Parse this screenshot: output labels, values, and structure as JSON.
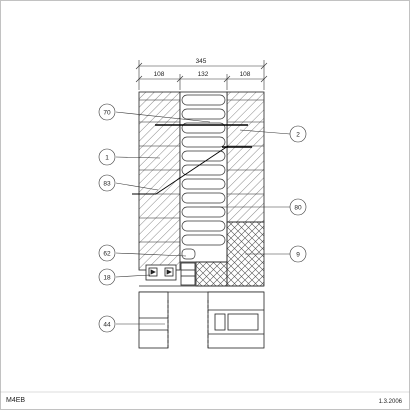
{
  "drawing": {
    "code": "M4EB",
    "date": "1.3.2006"
  },
  "dimensions": {
    "total": "345",
    "left": "108",
    "middle": "132",
    "right": "108"
  },
  "callouts": [
    {
      "id": "70",
      "label": "70"
    },
    {
      "id": "2",
      "label": "2"
    },
    {
      "id": "1",
      "label": "1"
    },
    {
      "id": "83",
      "label": "83"
    },
    {
      "id": "80",
      "label": "80"
    },
    {
      "id": "9",
      "label": "9"
    },
    {
      "id": "62",
      "label": "62"
    },
    {
      "id": "18",
      "label": "18"
    },
    {
      "id": "44",
      "label": "44"
    }
  ]
}
